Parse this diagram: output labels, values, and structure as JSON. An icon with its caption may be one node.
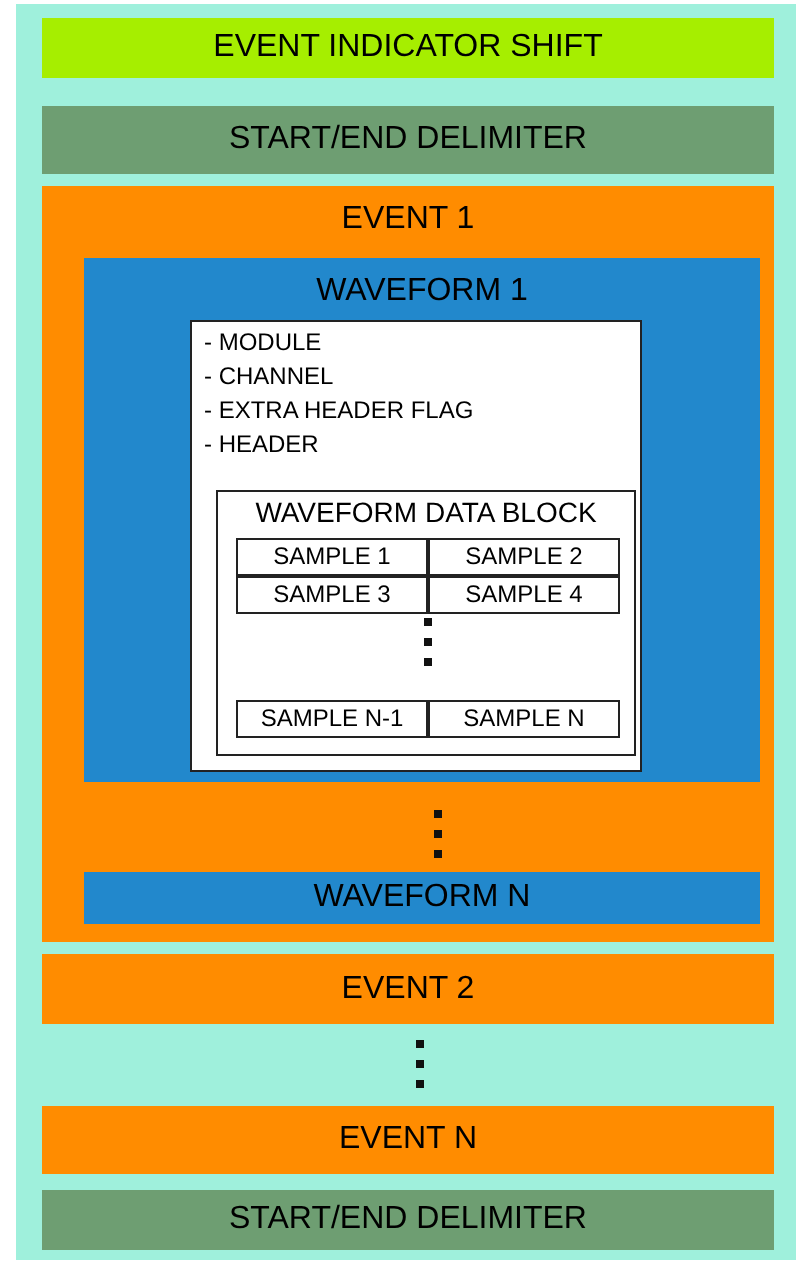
{
  "diagram": {
    "nodes": [
      {
        "text": [],
        "shape": "box"
      },
      {
        "text": [
          "EVENT INDICATOR SHIFT"
        ],
        "in": 0
      },
      {
        "text": [
          "START/END DELIMITER"
        ],
        "in": 0
      },
      {
        "text": [
          "EVENT 1"
        ],
        "in": 0
      },
      {
        "text": [
          "WAVEFORM 1"
        ],
        "in": 3
      },
      {
        "text": [
          "- MODULE",
          "- CHANNEL",
          "- EXTRA HEADER FLAG",
          "- HEADER"
        ],
        "in": 4
      },
      {
        "text": [
          "WAVEFORM DATA BLOCK"
        ],
        "in": 5
      },
      {
        "text": [
          "SAMPLE 1"
        ],
        "in": 6
      },
      {
        "text": [
          "SAMPLE 2"
        ],
        "in": 6
      },
      {
        "text": [
          "SAMPLE 3"
        ],
        "in": 6
      },
      {
        "text": [
          "SAMPLE 4"
        ],
        "in": 6
      },
      {
        "text": [
          "SAMPLE N-1"
        ],
        "in": 6
      },
      {
        "text": [
          "SAMPLE N"
        ],
        "in": 6
      },
      {
        "text": [
          "WAVEFORM N"
        ],
        "in": 3
      },
      {
        "text": [
          "EVENT 2"
        ],
        "in": 0
      },
      {
        "text": [
          "EVENT N"
        ],
        "in": 0
      },
      {
        "text": [
          "START/END DELIMITER"
        ],
        "in": 0
      }
    ]
  }
}
